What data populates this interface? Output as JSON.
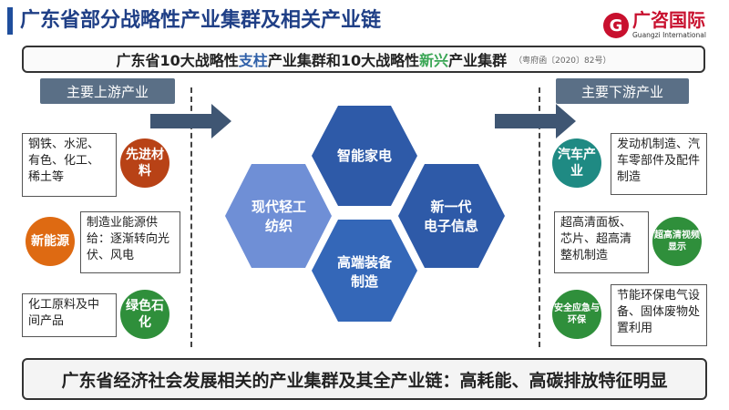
{
  "title": "广东省部分战略性产业集群及相关产业链",
  "logo": {
    "mark": "G",
    "name_cn": "广咨国际",
    "name_en": "Guangzi International"
  },
  "banner": {
    "part1": "广东省10大战略性",
    "highlight1": "支柱",
    "part2": "产业集群和10大战略性",
    "highlight2": "新兴",
    "part3": "产业集群",
    "reference": "（粤府函〔2020〕82号）"
  },
  "upstream": {
    "header": "主要上游产业",
    "items": [
      {
        "desc": "钢铁、水泥、有色、化工、稀土等",
        "industry": "先进材料"
      },
      {
        "desc": "制造业能源供给：逐渐转向光伏、风电",
        "industry": "新能源"
      },
      {
        "desc": "化工原料及中间产品",
        "industry": "绿色石化"
      }
    ]
  },
  "clusters": {
    "top": "智能家电",
    "left_line1": "现代轻工",
    "left_line2": "纺织",
    "right_line1": "新一代",
    "right_line2": "电子信息",
    "bottom_line1": "高端装备",
    "bottom_line2": "制造"
  },
  "downstream": {
    "header": "主要下游产业",
    "items": [
      {
        "industry": "汽车产业",
        "desc": "发动机制造、汽车零部件及配件制造"
      },
      {
        "desc": "超高清面板、芯片、超高清整机制造",
        "industry": "超高清视频显示"
      },
      {
        "industry": "安全应急与环保",
        "desc": "节能环保电气设备、固体废物处置利用"
      }
    ]
  },
  "conclusion": "广东省经济社会发展相关的产业集群及其全产业链：高耗能、高碳排放特征明显",
  "colors": {
    "title": "#1f3f86",
    "hex_dark": "#2e5aa8",
    "hex_light": "#6f8fd6",
    "arrow": "#3f5673",
    "advanced_materials": "#b84216",
    "new_energy": "#de6a12",
    "green_petrochem": "#2f8f3b",
    "auto": "#1f8a83"
  }
}
